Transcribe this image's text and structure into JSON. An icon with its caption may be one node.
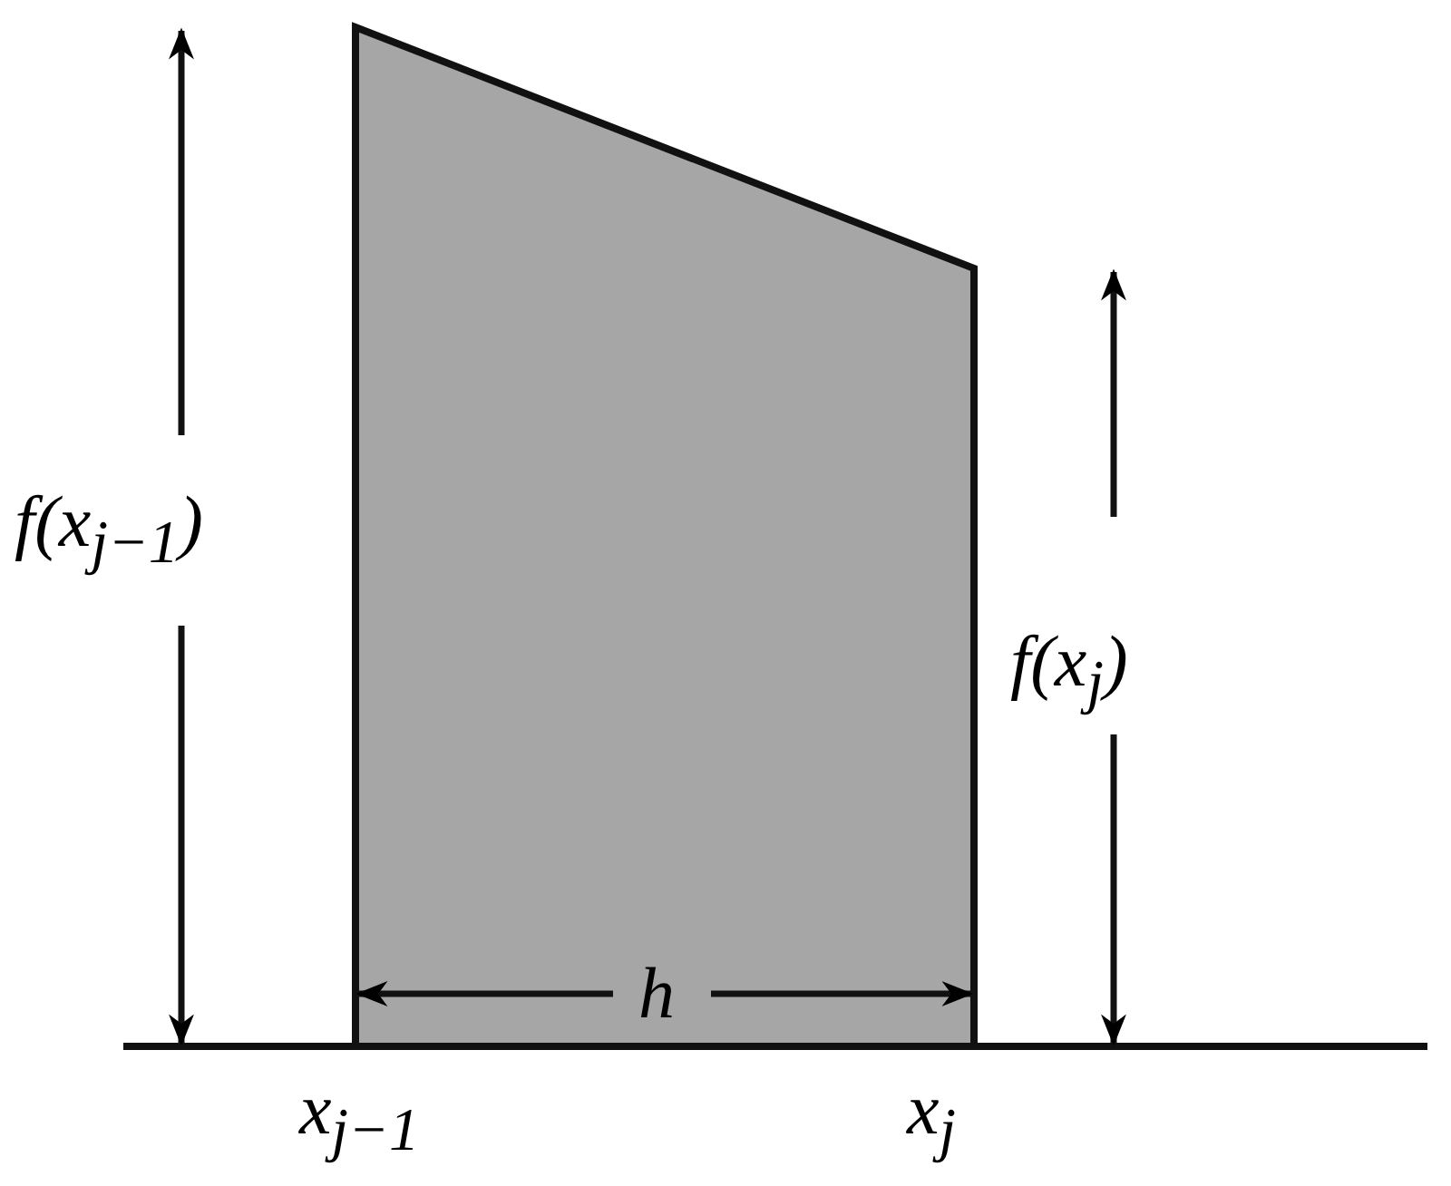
{
  "diagram": {
    "labels": [
      "f(x$_{j−1}$)",
      "f(x$_{j}$)",
      "h",
      "x$_{j−1}$",
      "x$_{j}$"
    ]
  }
}
